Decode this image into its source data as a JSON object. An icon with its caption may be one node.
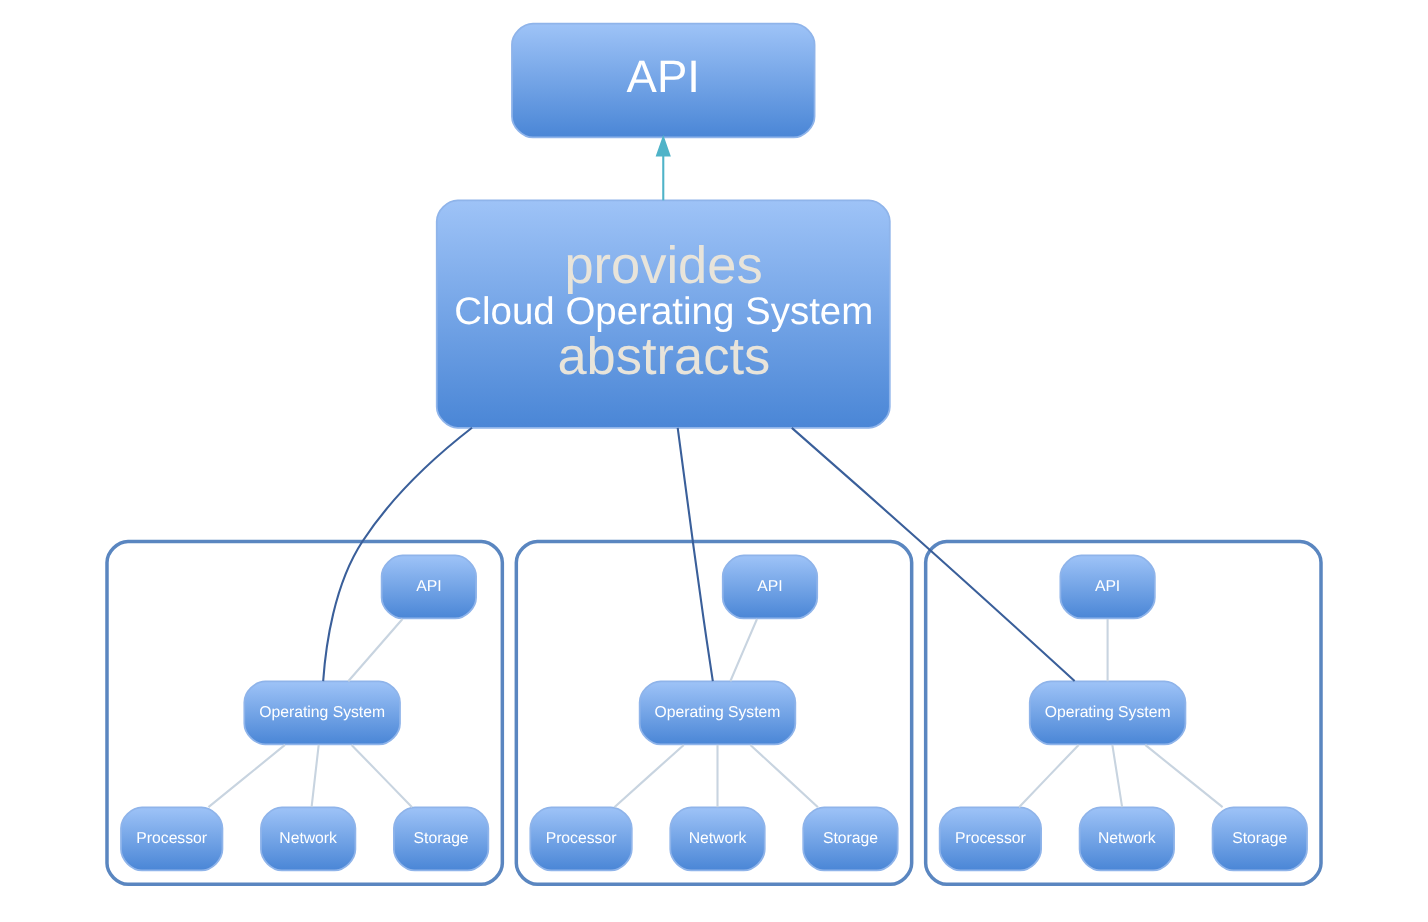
{
  "diagram": {
    "nodes": [
      {
        "text": [
          "API"
        ]
      },
      {
        "text": [
          "provides",
          "Cloud Operating System",
          "abstracts"
        ]
      },
      {
        "text": [],
        "shape": "box"
      },
      {
        "text": [
          "API"
        ],
        "in": 2
      },
      {
        "text": [
          "Operating System"
        ],
        "in": 2
      },
      {
        "text": [
          "Processor"
        ],
        "in": 2
      },
      {
        "text": [
          "Network"
        ],
        "in": 2
      },
      {
        "text": [
          "Storage"
        ],
        "in": 2
      },
      {
        "text": [],
        "shape": "box"
      },
      {
        "text": [
          "API"
        ],
        "in": 8
      },
      {
        "text": [
          "Operating System"
        ],
        "in": 8
      },
      {
        "text": [
          "Processor"
        ],
        "in": 8
      },
      {
        "text": [
          "Network"
        ],
        "in": 8
      },
      {
        "text": [
          "Storage"
        ],
        "in": 8
      },
      {
        "text": [],
        "shape": "box"
      },
      {
        "text": [
          "API"
        ],
        "in": 14
      },
      {
        "text": [
          "Operating System"
        ],
        "in": 14
      },
      {
        "text": [
          "Processor"
        ],
        "in": 14
      },
      {
        "text": [
          "Network"
        ],
        "in": 14
      },
      {
        "text": [
          "Storage"
        ],
        "in": 14
      }
    ],
    "edges": [
      {
        "from": 1,
        "to": 0,
        "arrow": "to",
        "color": "#4fb3c8"
      },
      {
        "from": 1,
        "to": 4,
        "arrow": "none",
        "color": "#3a5f9a"
      },
      {
        "from": 1,
        "to": 10,
        "arrow": "none",
        "color": "#3a5f9a"
      },
      {
        "from": 1,
        "to": 16,
        "arrow": "none",
        "color": "#3a5f9a"
      },
      {
        "from": 3,
        "to": 4,
        "arrow": "none"
      },
      {
        "from": 4,
        "to": 5,
        "arrow": "none"
      },
      {
        "from": 4,
        "to": 6,
        "arrow": "none"
      },
      {
        "from": 4,
        "to": 7,
        "arrow": "none"
      },
      {
        "from": 9,
        "to": 10,
        "arrow": "none"
      },
      {
        "from": 10,
        "to": 11,
        "arrow": "none"
      },
      {
        "from": 10,
        "to": 12,
        "arrow": "none"
      },
      {
        "from": 10,
        "to": 13,
        "arrow": "none"
      },
      {
        "from": 15,
        "to": 16,
        "arrow": "none"
      },
      {
        "from": 16,
        "to": 17,
        "arrow": "none"
      },
      {
        "from": 16,
        "to": 18,
        "arrow": "none"
      },
      {
        "from": 16,
        "to": 19,
        "arrow": "none"
      }
    ]
  }
}
